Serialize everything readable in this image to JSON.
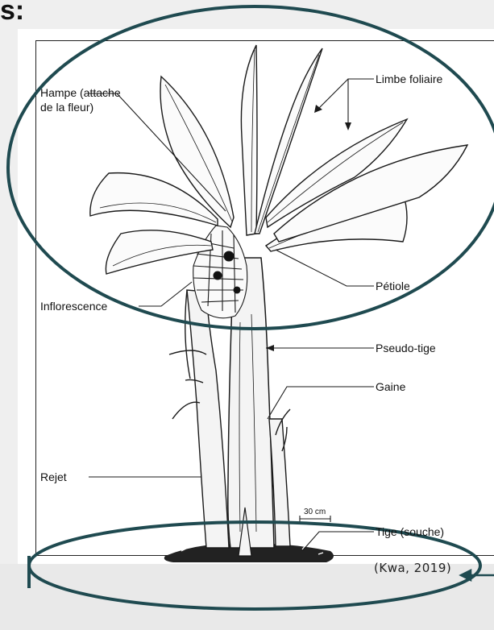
{
  "slide": {
    "title_fragment": "s:"
  },
  "diagram": {
    "labels": {
      "hampe": "Hampe (attache de la fleur)",
      "limbe": "Limbe foliaire",
      "petiole": "Pétiole",
      "inflorescence": "Inflorescence",
      "pseudo_tige": "Pseudo-tige",
      "gaine": "Gaine",
      "rejet": "Rejet",
      "tige": "Tige (souche)"
    },
    "scale_bar": "30 cm",
    "citation": "(Kwa, 2019)"
  },
  "colors": {
    "annotation_stroke": "#1f4a50",
    "line_art": "#1a1a1a",
    "background": "#efefef"
  }
}
